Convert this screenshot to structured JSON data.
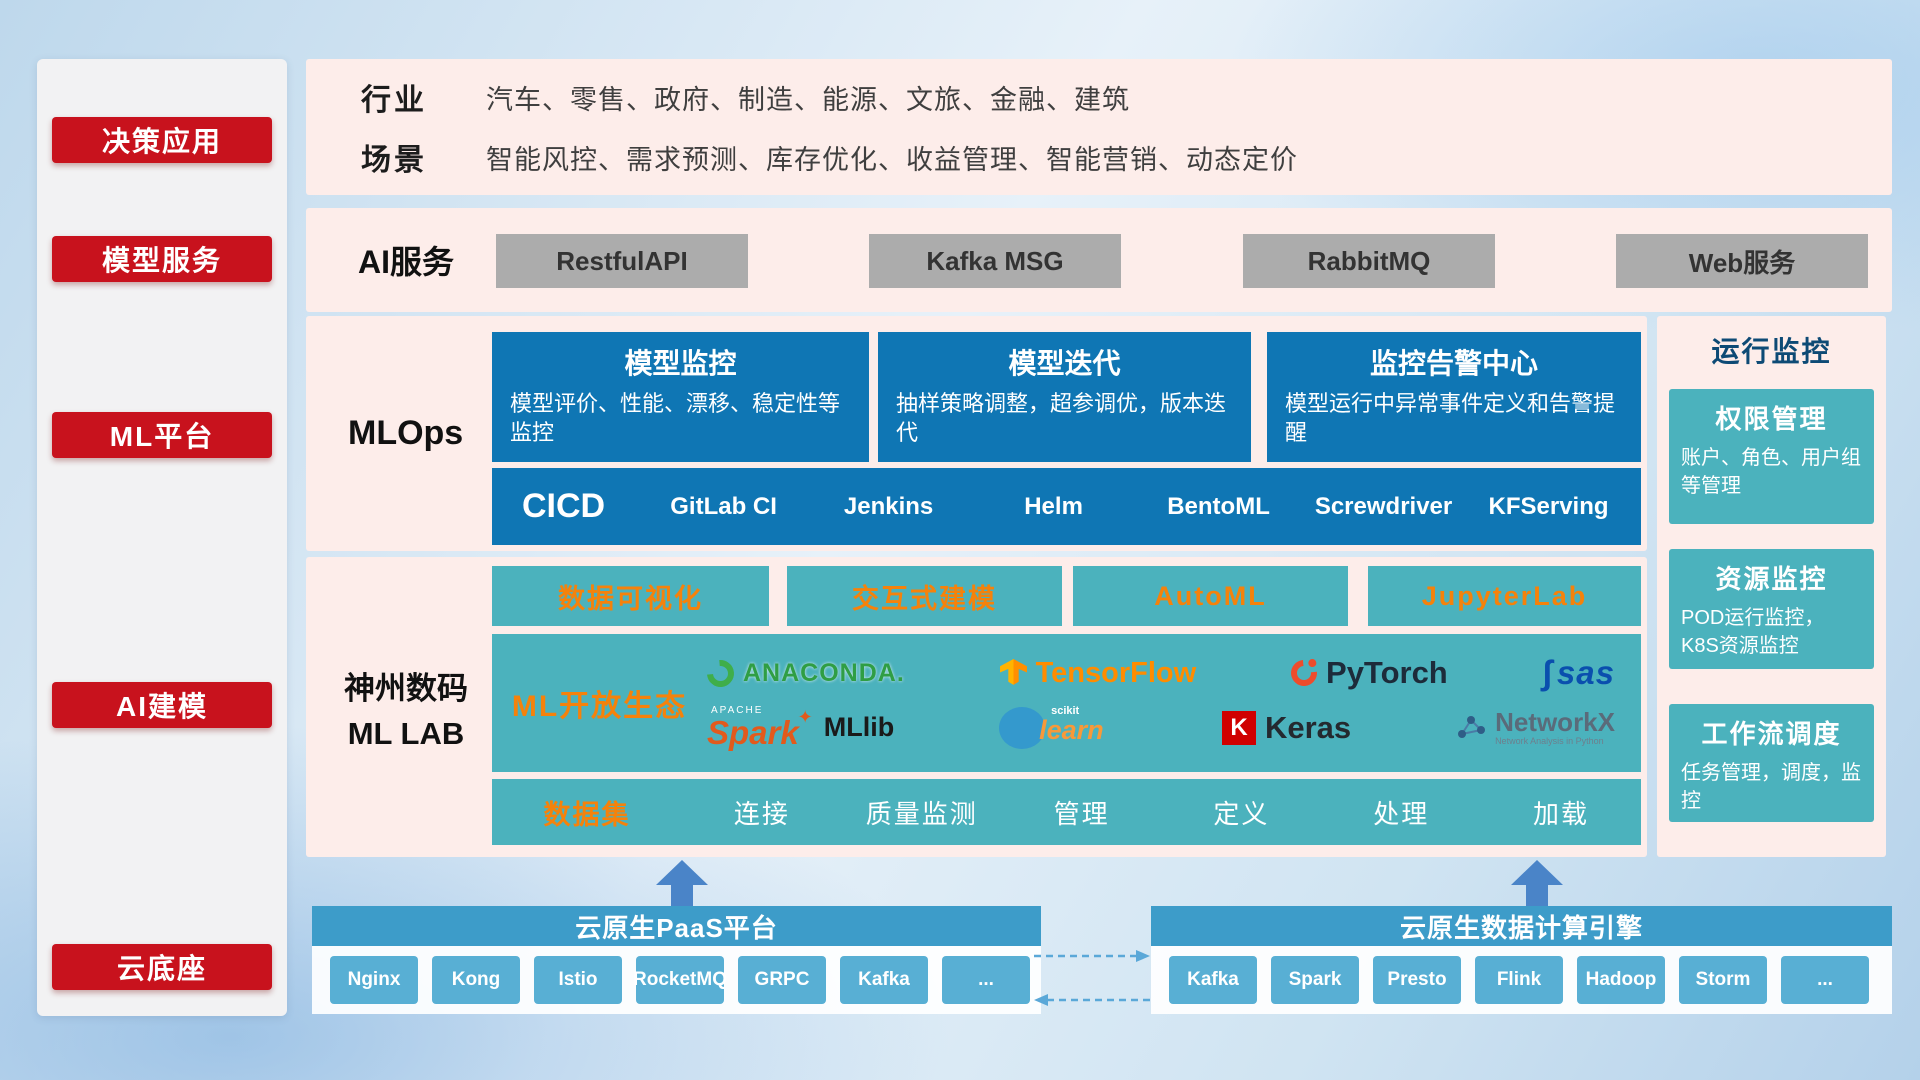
{
  "sidebar": {
    "items": [
      "决策应用",
      "模型服务",
      "ML平台",
      "AI建模",
      "云底座"
    ]
  },
  "overview": {
    "industry_label": "行业",
    "industry_text": "汽车、零售、政府、制造、能源、文旅、金融、建筑",
    "scene_label": "场景",
    "scene_text": "智能风控、需求预测、库存优化、收益管理、智能营销、动态定价"
  },
  "ai_service": {
    "label": "AI服务",
    "items": [
      "RestfulAPI",
      "Kafka MSG",
      "RabbitMQ",
      "Web服务"
    ]
  },
  "mlops": {
    "label": "MLOps",
    "cards": [
      {
        "title": "模型监控",
        "desc": "模型评价、性能、漂移、稳定性等监控"
      },
      {
        "title": "模型迭代",
        "desc": "抽样策略调整，超参调优，版本迭代"
      },
      {
        "title": "监控告警中心",
        "desc": "模型运行中异常事件定义和告警提醒"
      }
    ],
    "cicd_label": "CICD",
    "cicd_items": [
      "GitLab CI",
      "Jenkins",
      "Helm",
      "BentoML",
      "Screwdriver",
      "KFServing"
    ]
  },
  "monitoring": {
    "title": "运行监控",
    "cards": [
      {
        "title": "权限管理",
        "desc": "账户、角色、用户组等管理"
      },
      {
        "title": "资源监控",
        "desc": "POD运行监控，K8S资源监控"
      },
      {
        "title": "工作流调度",
        "desc": "任务管理，调度，监控"
      }
    ]
  },
  "mllab": {
    "label_line1": "神州数码",
    "label_line2": "ML LAB",
    "tools": [
      "数据可视化",
      "交互式建模",
      "AutoML",
      "JupyterLab"
    ],
    "ecosystem_label": "ML开放生态",
    "logos": {
      "anaconda": "ANACONDA.",
      "tensorflow": "TensorFlow",
      "pytorch": "PyTorch",
      "sas": "sas",
      "apache": "APACHE",
      "spark": "Spark",
      "mllib": "MLlib",
      "scikit": "scikit",
      "learn": "learn",
      "keras_k": "K",
      "keras": "Keras",
      "networkx": "NetworkX",
      "networkx_sub": "Network Analysis in Python"
    },
    "dataset_label": "数据集",
    "dataset_items": [
      "连接",
      "质量监测",
      "管理",
      "定义",
      "处理",
      "加载"
    ]
  },
  "cloud": {
    "paas_title": "云原生PaaS平台",
    "paas_items": [
      "Nginx",
      "Kong",
      "Istio",
      "RocketMQ",
      "GRPC",
      "Kafka",
      "..."
    ],
    "engine_title": "云原生数据计算引擎",
    "engine_items": [
      "Kafka",
      "Spark",
      "Presto",
      "Flink",
      "Hadoop",
      "Storm",
      "..."
    ]
  },
  "colors": {
    "red": "#c8121d",
    "deep_blue": "#0f76b4",
    "teal": "#4bb2bd",
    "orange": "#f5820b",
    "pink_panel": "#fdedea",
    "bar_blue": "#3d9cc9",
    "chip_blue": "#58afd4"
  }
}
